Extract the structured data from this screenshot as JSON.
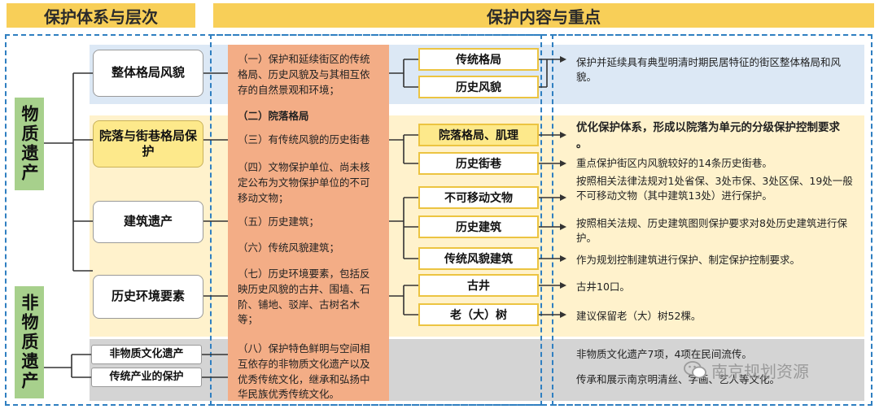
{
  "headers": {
    "left": "保护体系与层次",
    "right": "保护内容与重点"
  },
  "categories": {
    "tangible": "物质遗产",
    "intangible": "非物质遗产"
  },
  "left_nodes": {
    "pattern": "整体格局风貌",
    "courtyard": "院落与街巷格局保护",
    "building": "建筑遗产",
    "environment": "历史环境要素",
    "intangible_culture": "非物质文化遗产",
    "traditional_industry": "传统产业的保护"
  },
  "middle_items": [
    "（一）保护和延续街区的传统格局、历史风貌及与其相互依存的自然景观和环境；",
    "（二）院落格局",
    "（三）有传统风貌的历史街巷",
    "（四）文物保护单位、尚未核定公布为文物保护单位的不可移动文物；",
    "（五）历史建筑；",
    "（六）传统风貌建筑；",
    "（七）历史环境要素，包括反映历史风貌的古井、围墙、石阶、铺地、驳岸、古树名木等；",
    "（八）保护特色鲜明与空间相互依存的非物质文化遗产以及优秀传统文化，继承和弘扬中华民族优秀传统文化。"
  ],
  "key_items": {
    "traditional_pattern": "传统格局",
    "historic_style": "历史风貌",
    "courtyard_texture": "院落格局、肌理",
    "historic_street": "历史街巷",
    "immovable_relic": "不可移动文物",
    "historic_building": "历史建筑",
    "traditional_building": "传统风貌建筑",
    "ancient_well": "古井",
    "old_tree": "老（大）树"
  },
  "descriptions": {
    "pattern": "保护并延续具有典型明清时期民居特征的街区整体格局和风貌。",
    "courtyard": "优化保护体系，形成以院落为单元的分级保护控制要求 。",
    "street": "重点保护街区内风貌较好的14条历史街巷。",
    "relic": "按照相关法律法规对1处省保、3处市保、3处区保、19处一般不可移动文物（其中建筑13处）进行保护。",
    "historic_building": "按照相关法规、历史建筑图则保护要求对8处历史建筑进行保护。",
    "traditional_building": "作为规划控制建筑进行保护、制定保护控制要求。",
    "well": "古井10口。",
    "tree": "建议保留老（大）树52棵。",
    "intangible_1": "非物质文化遗产7项，4项在民间流传。",
    "intangible_2": "传承和展示南京明清丝、字画、艺人等文化。"
  },
  "watermark": "南京规划资源",
  "colors": {
    "header": "#f8cf58",
    "category_green": "#a7d08c",
    "middle_panel": "#f3ad86",
    "band_blue": "#dce8f5",
    "band_yellow": "#fff2cc",
    "band_gray": "#d4d4d4",
    "dashed_blue": "#2f7fc1",
    "key_border": "#ecc441"
  }
}
